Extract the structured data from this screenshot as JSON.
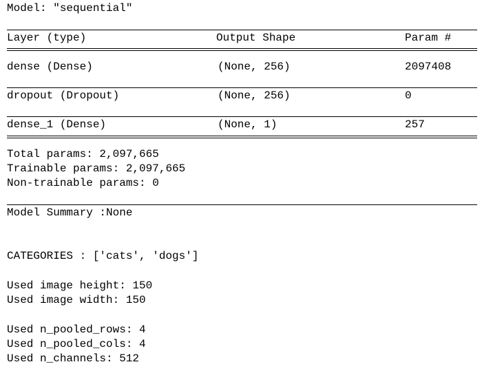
{
  "model_line": "Model: \"sequential\"",
  "table": {
    "headers": [
      "Layer (type)",
      "Output Shape",
      "Param #"
    ],
    "rows": [
      {
        "layer": "dense (Dense)",
        "shape": "(None, 256)",
        "params": "2097408"
      },
      {
        "layer": "dropout (Dropout)",
        "shape": "(None, 256)",
        "params": "0"
      },
      {
        "layer": "dense_1 (Dense)",
        "shape": "(None, 1)",
        "params": "257"
      }
    ]
  },
  "totals": {
    "total": "Total params: 2,097,665",
    "trainable": "Trainable params: 2,097,665",
    "non_trainable": "Non-trainable params: 0"
  },
  "summary_line": "Model Summary :None",
  "categories_line": "CATEGORIES : ['cats', 'dogs']",
  "image": {
    "height": "Used image height: 150",
    "width": "Used image width: 150"
  },
  "pooled": {
    "rows": "Used n_pooled_rows: 4",
    "cols": "Used n_pooled_cols: 4",
    "channels": "Used n_channels: 512"
  }
}
